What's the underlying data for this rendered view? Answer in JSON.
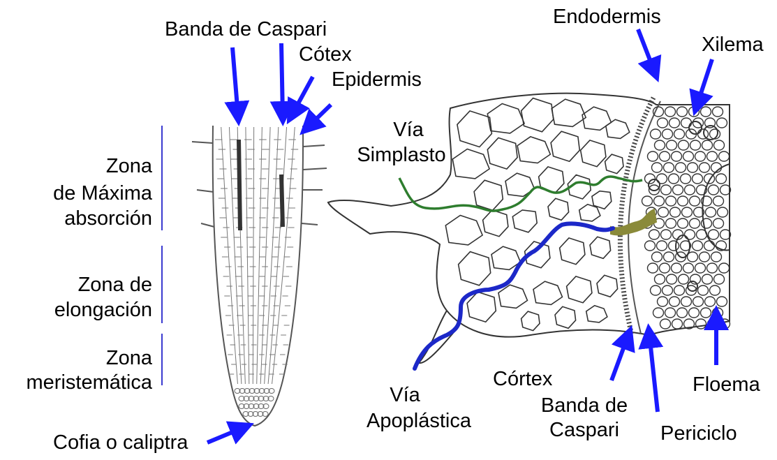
{
  "left_diagram": {
    "labels": {
      "banda_caspari": "Banda de Caspari",
      "cortex": "Cótex",
      "epidermis": "Epidermis",
      "zona_max_1": "Zona",
      "zona_max_2": "de Máxima",
      "zona_max_3": "absorción",
      "zona_elong_1": "Zona de",
      "zona_elong_2": "elongación",
      "zona_merist_1": "Zona",
      "zona_merist_2": "meristemática",
      "cofia": "Cofia o caliptra"
    }
  },
  "right_diagram": {
    "labels": {
      "endodermis": "Endodermis",
      "xilema": "Xilema",
      "via_simplasto_1": "Vía",
      "via_simplasto_2": "Simplasto",
      "via_apoplastica_1": "Vía",
      "via_apoplastica_2": "Apoplástica",
      "cortex": "Córtex",
      "banda_1": "Banda de",
      "banda_2": "Caspari",
      "periciclo": "Periciclo",
      "floema": "Floema"
    }
  },
  "colors": {
    "arrow": "#1a1aff",
    "zone_bar": "#3a3ad0",
    "simplast_path": "#2e7d2e",
    "apoplast_path": "#1c28c8",
    "blocked_path": "#8a8a3a",
    "cell_line": "#444444"
  }
}
